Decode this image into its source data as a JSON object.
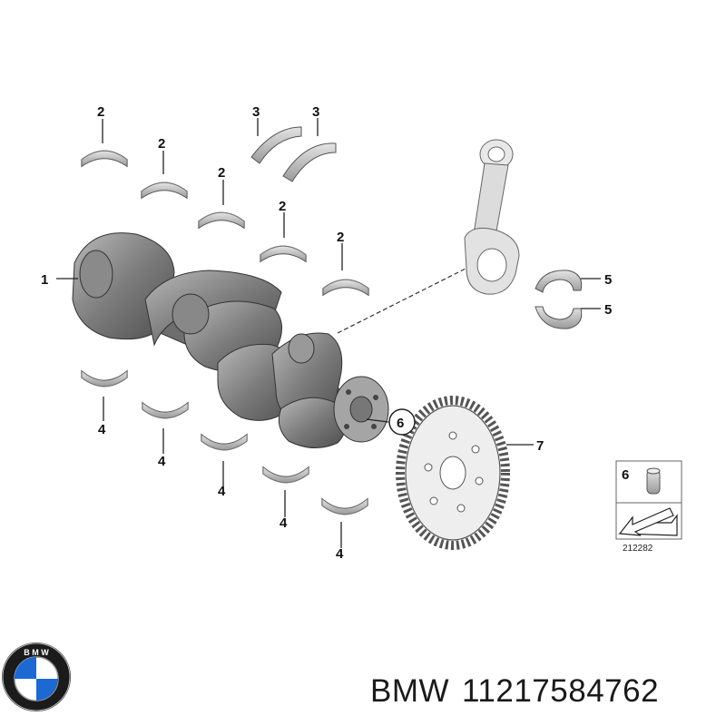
{
  "callouts": {
    "c1": "1",
    "c2": "2",
    "c3": "3",
    "c4": "4",
    "c5": "5",
    "c6": "6",
    "c7": "7"
  },
  "inset": {
    "label": "6",
    "ref_code": "212282"
  },
  "footer": {
    "brand": "BMW",
    "part_number": "11217584762"
  },
  "logo": {
    "text": "BMW",
    "colors": {
      "ring": "#1b1b1b",
      "blue": "#1c69d4",
      "white": "#ffffff"
    }
  },
  "colors": {
    "part_fill": "#8e8e8e",
    "part_dark": "#5e5e5e",
    "part_light": "#d9d9d9",
    "bearing": "#c8c8c8",
    "line": "#222222"
  }
}
